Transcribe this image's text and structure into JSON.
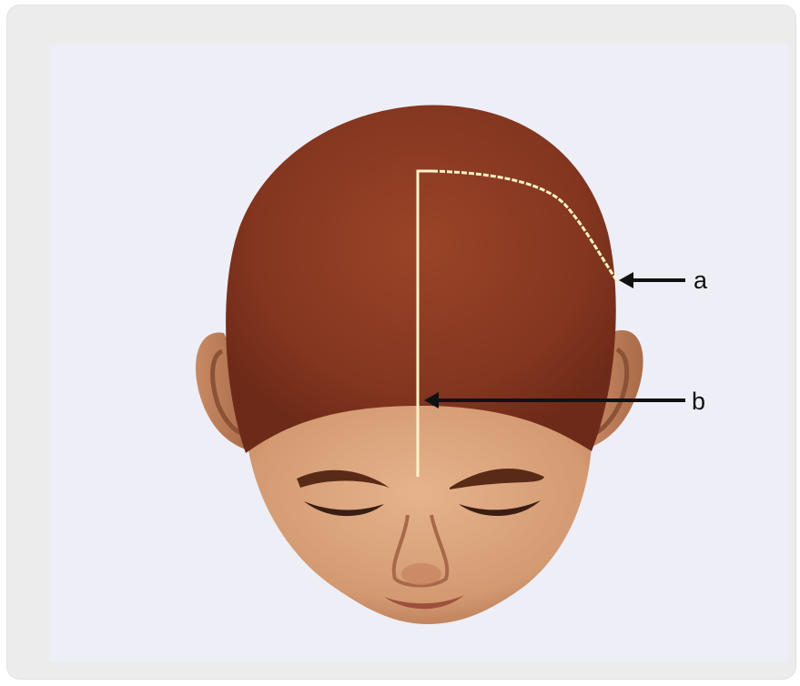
{
  "diagram": {
    "labels": [
      {
        "id": "a",
        "text": "a"
      },
      {
        "id": "b",
        "text": "b"
      }
    ],
    "colors": {
      "background": "#eeeef6",
      "hair": "#8a3a22",
      "skin": "#d9a27a",
      "guide_line": "#fff4c8",
      "arrow": "#111111"
    }
  }
}
